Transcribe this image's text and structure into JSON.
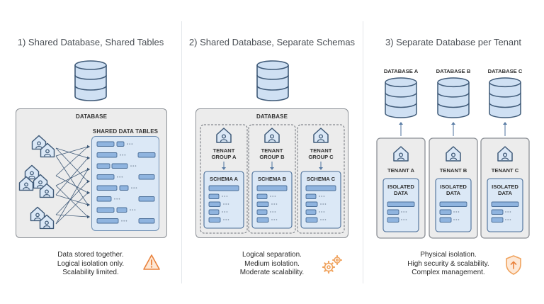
{
  "panel1": {
    "title": "1) Shared Database, Shared Tables",
    "db_label": "DATABASE",
    "tables_label": "SHARED DATA TABLES",
    "caption": [
      "Data stored together.",
      "Logical isolation only.",
      "Scalability limited."
    ],
    "caption_icon": "warning-icon"
  },
  "panel2": {
    "title": "2) Shared Database, Separate Schemas",
    "db_label": "DATABASE",
    "groups": [
      {
        "tenant": [
          "TENANT",
          "GROUP A"
        ],
        "schema": "SCHEMA A"
      },
      {
        "tenant": [
          "TENANT",
          "GROUP B"
        ],
        "schema": "SCHEMA B"
      },
      {
        "tenant": [
          "TENANT",
          "GROUP C"
        ],
        "schema": "SCHEMA C"
      }
    ],
    "caption": [
      "Logical separation.",
      "Medium isolation.",
      "Moderate scalability."
    ],
    "caption_icon": "gears-icon"
  },
  "panel3": {
    "title": "3) Separate Database per Tenant",
    "tenants": [
      {
        "db": "DATABASE A",
        "tenant": "TENANT A",
        "data": [
          "ISOLATED",
          "DATA"
        ]
      },
      {
        "db": "DATABASE B",
        "tenant": "TENANT B",
        "data": [
          "ISOLATED",
          "DATA"
        ]
      },
      {
        "db": "DATABASE C",
        "tenant": "TENANT C",
        "data": [
          "ISOLATED",
          "DATA"
        ]
      }
    ],
    "caption": [
      "Physical isolation.",
      "High security & scalability.",
      "Complex management."
    ],
    "caption_icon": "shield-icon"
  },
  "colors": {
    "db_fill": "#cfe0f3",
    "db_stroke": "#3f5a78",
    "bar_fill": "#8fb4df",
    "bar_stroke": "#4a6e98",
    "inner_fill": "#dbe8f6",
    "warning": "#e9823d",
    "accent_orange": "#f0a35e"
  }
}
